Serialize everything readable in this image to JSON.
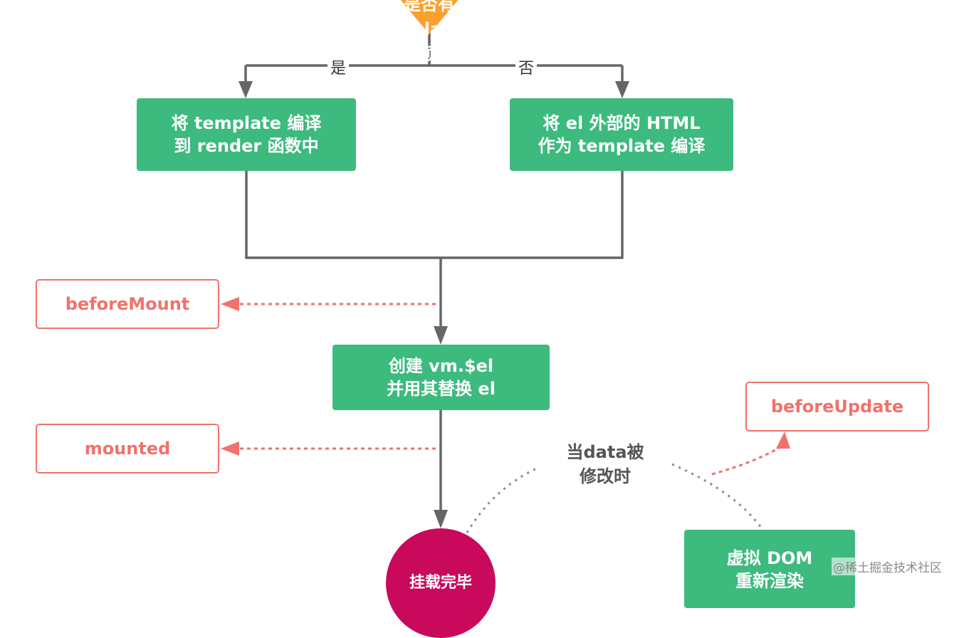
{
  "decision": {
    "label": "是否有 template 选项"
  },
  "branches": {
    "yes": "是",
    "no": "否"
  },
  "steps": {
    "compile_template": {
      "line1": "将 template 编译",
      "line2": "到 render 函数中"
    },
    "compile_outer_html": {
      "line1": "将 el 外部的 HTML",
      "line2": "作为 template 编译"
    },
    "create_el": {
      "line1": "创建 vm.$el",
      "line2": "并用其替换 el"
    },
    "rerender": {
      "line1": "虚拟 DOM",
      "line2": "重新渲染"
    }
  },
  "hooks": {
    "before_mount": "beforeMount",
    "mounted": "mounted",
    "before_update": "beforeUpdate"
  },
  "mounted_state": "挂载完毕",
  "update_note": {
    "line1": "当data被",
    "line2": "修改时"
  },
  "watermark": "@稀土掘金技术社区",
  "colors": {
    "decision": "#fba02c",
    "step": "#3dba7e",
    "hook": "#f0726b",
    "mounted_state": "#c8095c",
    "connector": "#666666"
  }
}
